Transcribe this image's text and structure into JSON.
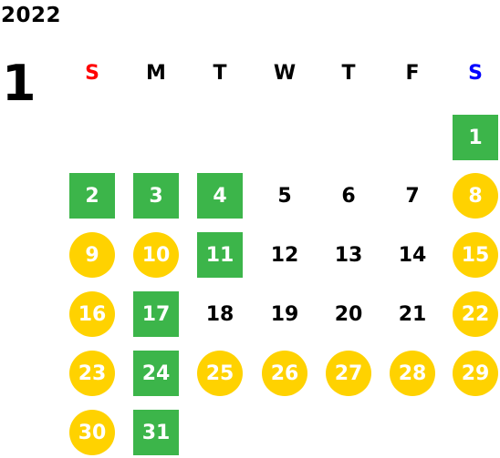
{
  "calendar": {
    "year": "2022",
    "month": "1",
    "weekdays": [
      {
        "label": "S",
        "color": "#ff0000"
      },
      {
        "label": "M",
        "color": "#000000"
      },
      {
        "label": "T",
        "color": "#000000"
      },
      {
        "label": "W",
        "color": "#000000"
      },
      {
        "label": "T",
        "color": "#000000"
      },
      {
        "label": "F",
        "color": "#000000"
      },
      {
        "label": "S",
        "color": "#0000ff"
      }
    ],
    "colors": {
      "square": "#3cb54a",
      "circle": "#ffd200",
      "plain_text": "#000000",
      "marked_text": "#ffffff"
    },
    "weeks": [
      [
        null,
        null,
        null,
        null,
        null,
        null,
        {
          "day": "1",
          "style": "square"
        }
      ],
      [
        {
          "day": "2",
          "style": "square"
        },
        {
          "day": "3",
          "style": "square"
        },
        {
          "day": "4",
          "style": "square"
        },
        {
          "day": "5",
          "style": "plain"
        },
        {
          "day": "6",
          "style": "plain"
        },
        {
          "day": "7",
          "style": "plain"
        },
        {
          "day": "8",
          "style": "circle"
        }
      ],
      [
        {
          "day": "9",
          "style": "circle"
        },
        {
          "day": "10",
          "style": "circle"
        },
        {
          "day": "11",
          "style": "square"
        },
        {
          "day": "12",
          "style": "plain"
        },
        {
          "day": "13",
          "style": "plain"
        },
        {
          "day": "14",
          "style": "plain"
        },
        {
          "day": "15",
          "style": "circle"
        }
      ],
      [
        {
          "day": "16",
          "style": "circle"
        },
        {
          "day": "17",
          "style": "square"
        },
        {
          "day": "18",
          "style": "plain"
        },
        {
          "day": "19",
          "style": "plain"
        },
        {
          "day": "20",
          "style": "plain"
        },
        {
          "day": "21",
          "style": "plain"
        },
        {
          "day": "22",
          "style": "circle"
        }
      ],
      [
        {
          "day": "23",
          "style": "circle"
        },
        {
          "day": "24",
          "style": "square"
        },
        {
          "day": "25",
          "style": "circle"
        },
        {
          "day": "26",
          "style": "circle"
        },
        {
          "day": "27",
          "style": "circle"
        },
        {
          "day": "28",
          "style": "circle"
        },
        {
          "day": "29",
          "style": "circle"
        }
      ],
      [
        {
          "day": "30",
          "style": "circle"
        },
        {
          "day": "31",
          "style": "square"
        },
        null,
        null,
        null,
        null,
        null
      ]
    ]
  }
}
